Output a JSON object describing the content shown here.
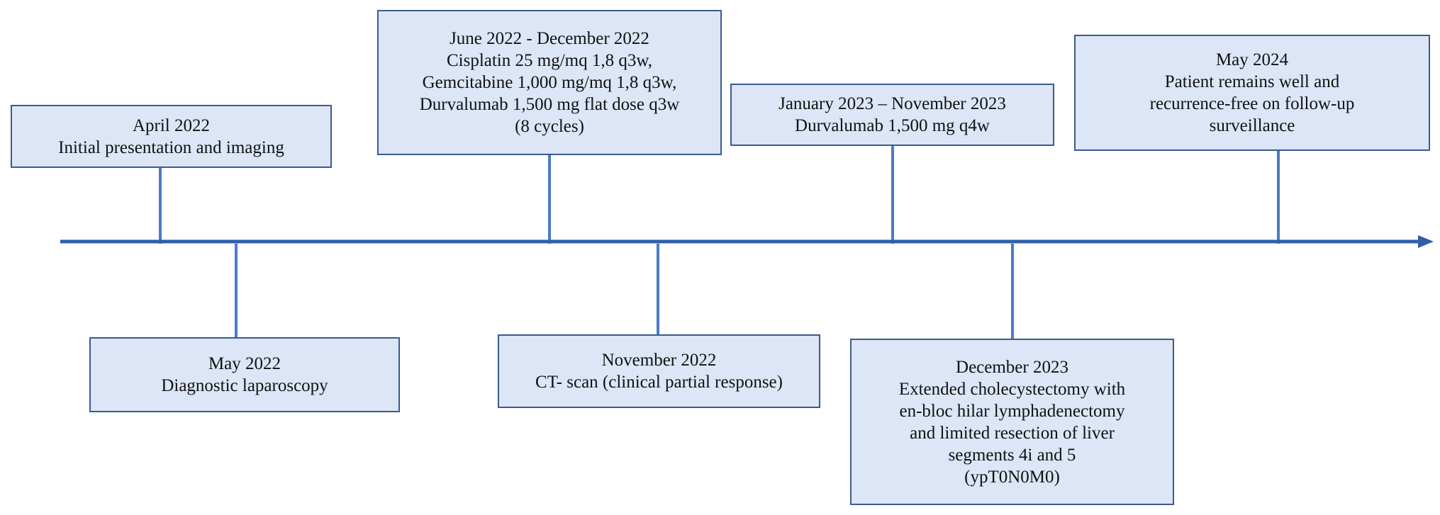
{
  "colors": {
    "axis": "#2e5fa8",
    "connector": "#4a7cc4",
    "box_fill": "#dce6f7",
    "box_border": "#3c5a90"
  },
  "events": [
    {
      "id": "apr-2022",
      "lines": [
        "April 2022",
        "Initial presentation and imaging"
      ]
    },
    {
      "id": "may-2022",
      "lines": [
        "May 2022",
        "Diagnostic laparoscopy"
      ]
    },
    {
      "id": "jun-dec-2022",
      "lines": [
        "June 2022 - December 2022",
        "Cisplatin 25 mg/mq 1,8 q3w,",
        "Gemcitabine 1,000 mg/mq 1,8 q3w,",
        "Durvalumab 1,500 mg flat dose q3w",
        "(8 cycles)"
      ]
    },
    {
      "id": "nov-2022",
      "lines": [
        "November 2022",
        "CT- scan (clinical partial response)"
      ]
    },
    {
      "id": "jan-nov-2023",
      "lines": [
        "January 2023 – November 2023",
        "Durvalumab 1,500 mg q4w"
      ]
    },
    {
      "id": "dec-2023",
      "lines": [
        "December  2023",
        "Extended cholecystectomy with",
        "en-bloc hilar lymphadenectomy",
        "and limited resection of liver",
        "segments 4i and 5",
        "(ypT0N0M0)"
      ]
    },
    {
      "id": "may-2024",
      "lines": [
        "May 2024",
        "Patient remains well and",
        "recurrence-free on follow-up",
        "surveillance"
      ]
    }
  ]
}
